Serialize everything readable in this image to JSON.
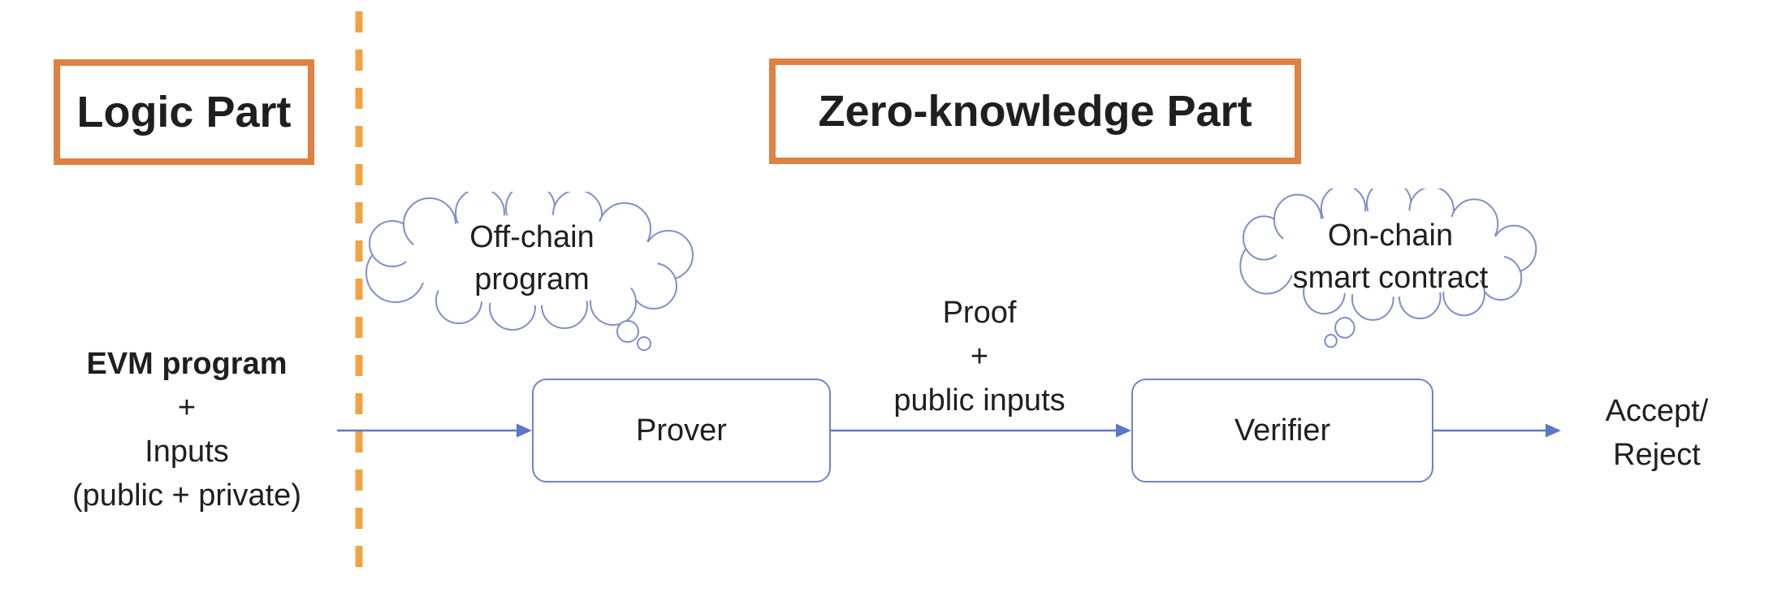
{
  "titles": {
    "logic": "Logic Part",
    "zk": "Zero-knowledge Part"
  },
  "clouds": {
    "offchain": {
      "lines": [
        "Off-chain",
        "program"
      ]
    },
    "onchain": {
      "lines": [
        "On-chain",
        "smart contract"
      ]
    }
  },
  "left_input": {
    "lines": [
      "EVM program",
      "+",
      "Inputs",
      "(public + private)"
    ]
  },
  "nodes": {
    "prover": "Prover",
    "verifier": "Verifier"
  },
  "edge_label": {
    "lines": [
      "Proof",
      "+",
      "public inputs"
    ]
  },
  "output_label": {
    "lines": [
      "Accept/",
      "Reject"
    ]
  },
  "colors": {
    "orange": "#DF8142",
    "dash_orange": "#F0A341",
    "blue": "#5B78C7",
    "box_blue": "#6E84C8",
    "cloud_blue": "#7D8FCB",
    "text": "#1f1f1f"
  }
}
